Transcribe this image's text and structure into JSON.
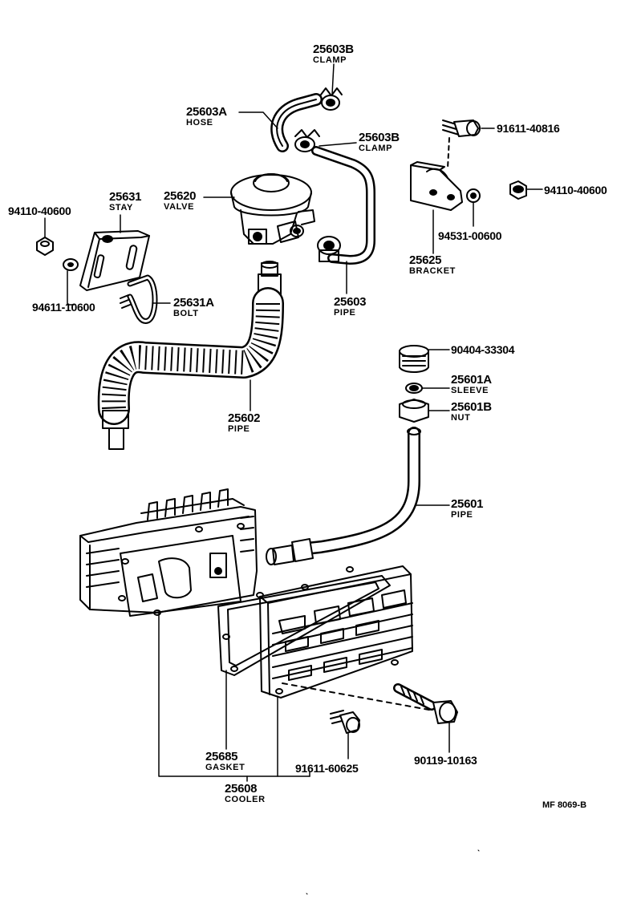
{
  "diagram": {
    "figure_code": "MF 8069-B",
    "parts": [
      {
        "id": "p25603B_top",
        "number": "25603B",
        "name": "CLAMP"
      },
      {
        "id": "p25603A",
        "number": "25603A",
        "name": "HOSE"
      },
      {
        "id": "p25603B_mid",
        "number": "25603B",
        "name": "CLAMP"
      },
      {
        "id": "p91611_40816",
        "number": "91611-40816",
        "name": ""
      },
      {
        "id": "p94110_40600_l",
        "number": "94110-40600",
        "name": ""
      },
      {
        "id": "p25631",
        "number": "25631",
        "name": "STAY"
      },
      {
        "id": "p25620",
        "number": "25620",
        "name": "VALVE"
      },
      {
        "id": "p94110_40600_r",
        "number": "94110-40600",
        "name": ""
      },
      {
        "id": "p94531_00600",
        "number": "94531-00600",
        "name": ""
      },
      {
        "id": "p25625",
        "number": "25625",
        "name": "BRACKET"
      },
      {
        "id": "p94611_10600",
        "number": "94611-10600",
        "name": ""
      },
      {
        "id": "p25631A",
        "number": "25631A",
        "name": "BOLT"
      },
      {
        "id": "p25603",
        "number": "25603",
        "name": "PIPE"
      },
      {
        "id": "p90404_33304",
        "number": "90404-33304",
        "name": ""
      },
      {
        "id": "p25601A",
        "number": "25601A",
        "name": "SLEEVE"
      },
      {
        "id": "p25601B",
        "number": "25601B",
        "name": "NUT"
      },
      {
        "id": "p25602",
        "number": "25602",
        "name": "PIPE"
      },
      {
        "id": "p25601",
        "number": "25601",
        "name": "PIPE"
      },
      {
        "id": "p25685",
        "number": "25685",
        "name": "GASKET"
      },
      {
        "id": "p91611_60625",
        "number": "91611-60625",
        "name": ""
      },
      {
        "id": "p90119_10163",
        "number": "90119-10163",
        "name": ""
      },
      {
        "id": "p25608",
        "number": "25608",
        "name": "COOLER"
      }
    ]
  }
}
